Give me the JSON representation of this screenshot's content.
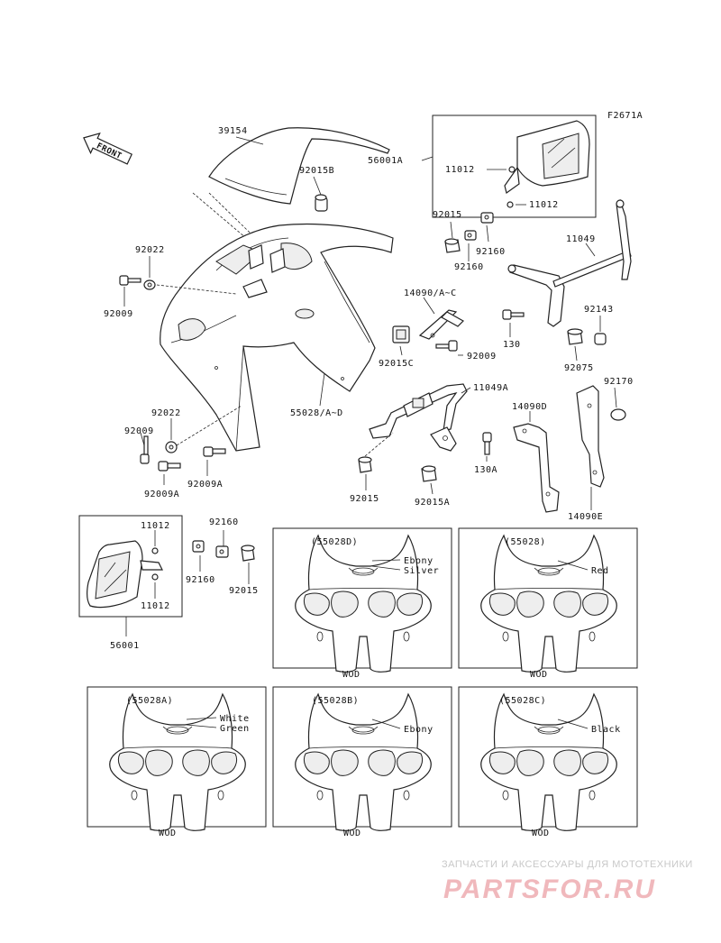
{
  "figure_code": "F2671A",
  "front_arrow": "FRONT",
  "labels": {
    "l39154": "39154",
    "l92015B": "92015B",
    "l56001A": "56001A",
    "l11012a": "11012",
    "l11012b": "11012",
    "l92015a": "92015",
    "l92160a": "92160",
    "l92160b": "92160",
    "l11049": "11049",
    "l92022a": "92022",
    "l92009a": "92009",
    "l14090AC": "14090/A~C",
    "l92143": "92143",
    "l130": "130",
    "l92015C": "92015C",
    "l92009b": "92009",
    "l92075": "92075",
    "l11049A": "11049A",
    "l92170": "92170",
    "l55028AD": "55028/A~D",
    "l14090D": "14090D",
    "l92022b": "92022",
    "l92009c": "92009",
    "l130A": "130A",
    "l92009A1": "92009A",
    "l92009A2": "92009A",
    "l92015b": "92015",
    "l92015A": "92015A",
    "l14090E": "14090E",
    "l11012c": "11012",
    "l11012d": "11012",
    "l92160c": "92160",
    "l92160d": "92160",
    "l92015c": "92015",
    "l56001": "56001"
  },
  "variants": [
    {
      "code": "(55028D)",
      "colors": [
        "Ebony",
        "Silver"
      ],
      "note": "WOD"
    },
    {
      "code": "(55028)",
      "colors": [
        "Red"
      ],
      "note": "WOD"
    },
    {
      "code": "(55028A)",
      "colors": [
        "White",
        "Green"
      ],
      "note": "WOD"
    },
    {
      "code": "(55028B)",
      "colors": [
        "Ebony"
      ],
      "note": "WOD"
    },
    {
      "code": "(55028C)",
      "colors": [
        "Black"
      ],
      "note": "WOD"
    }
  ],
  "watermark": {
    "subtitle": "ЗАПЧАСТИ И АКСЕССУАРЫ ДЛЯ МОТОТЕХНИКИ",
    "brand": "PARTSFOR.RU"
  }
}
